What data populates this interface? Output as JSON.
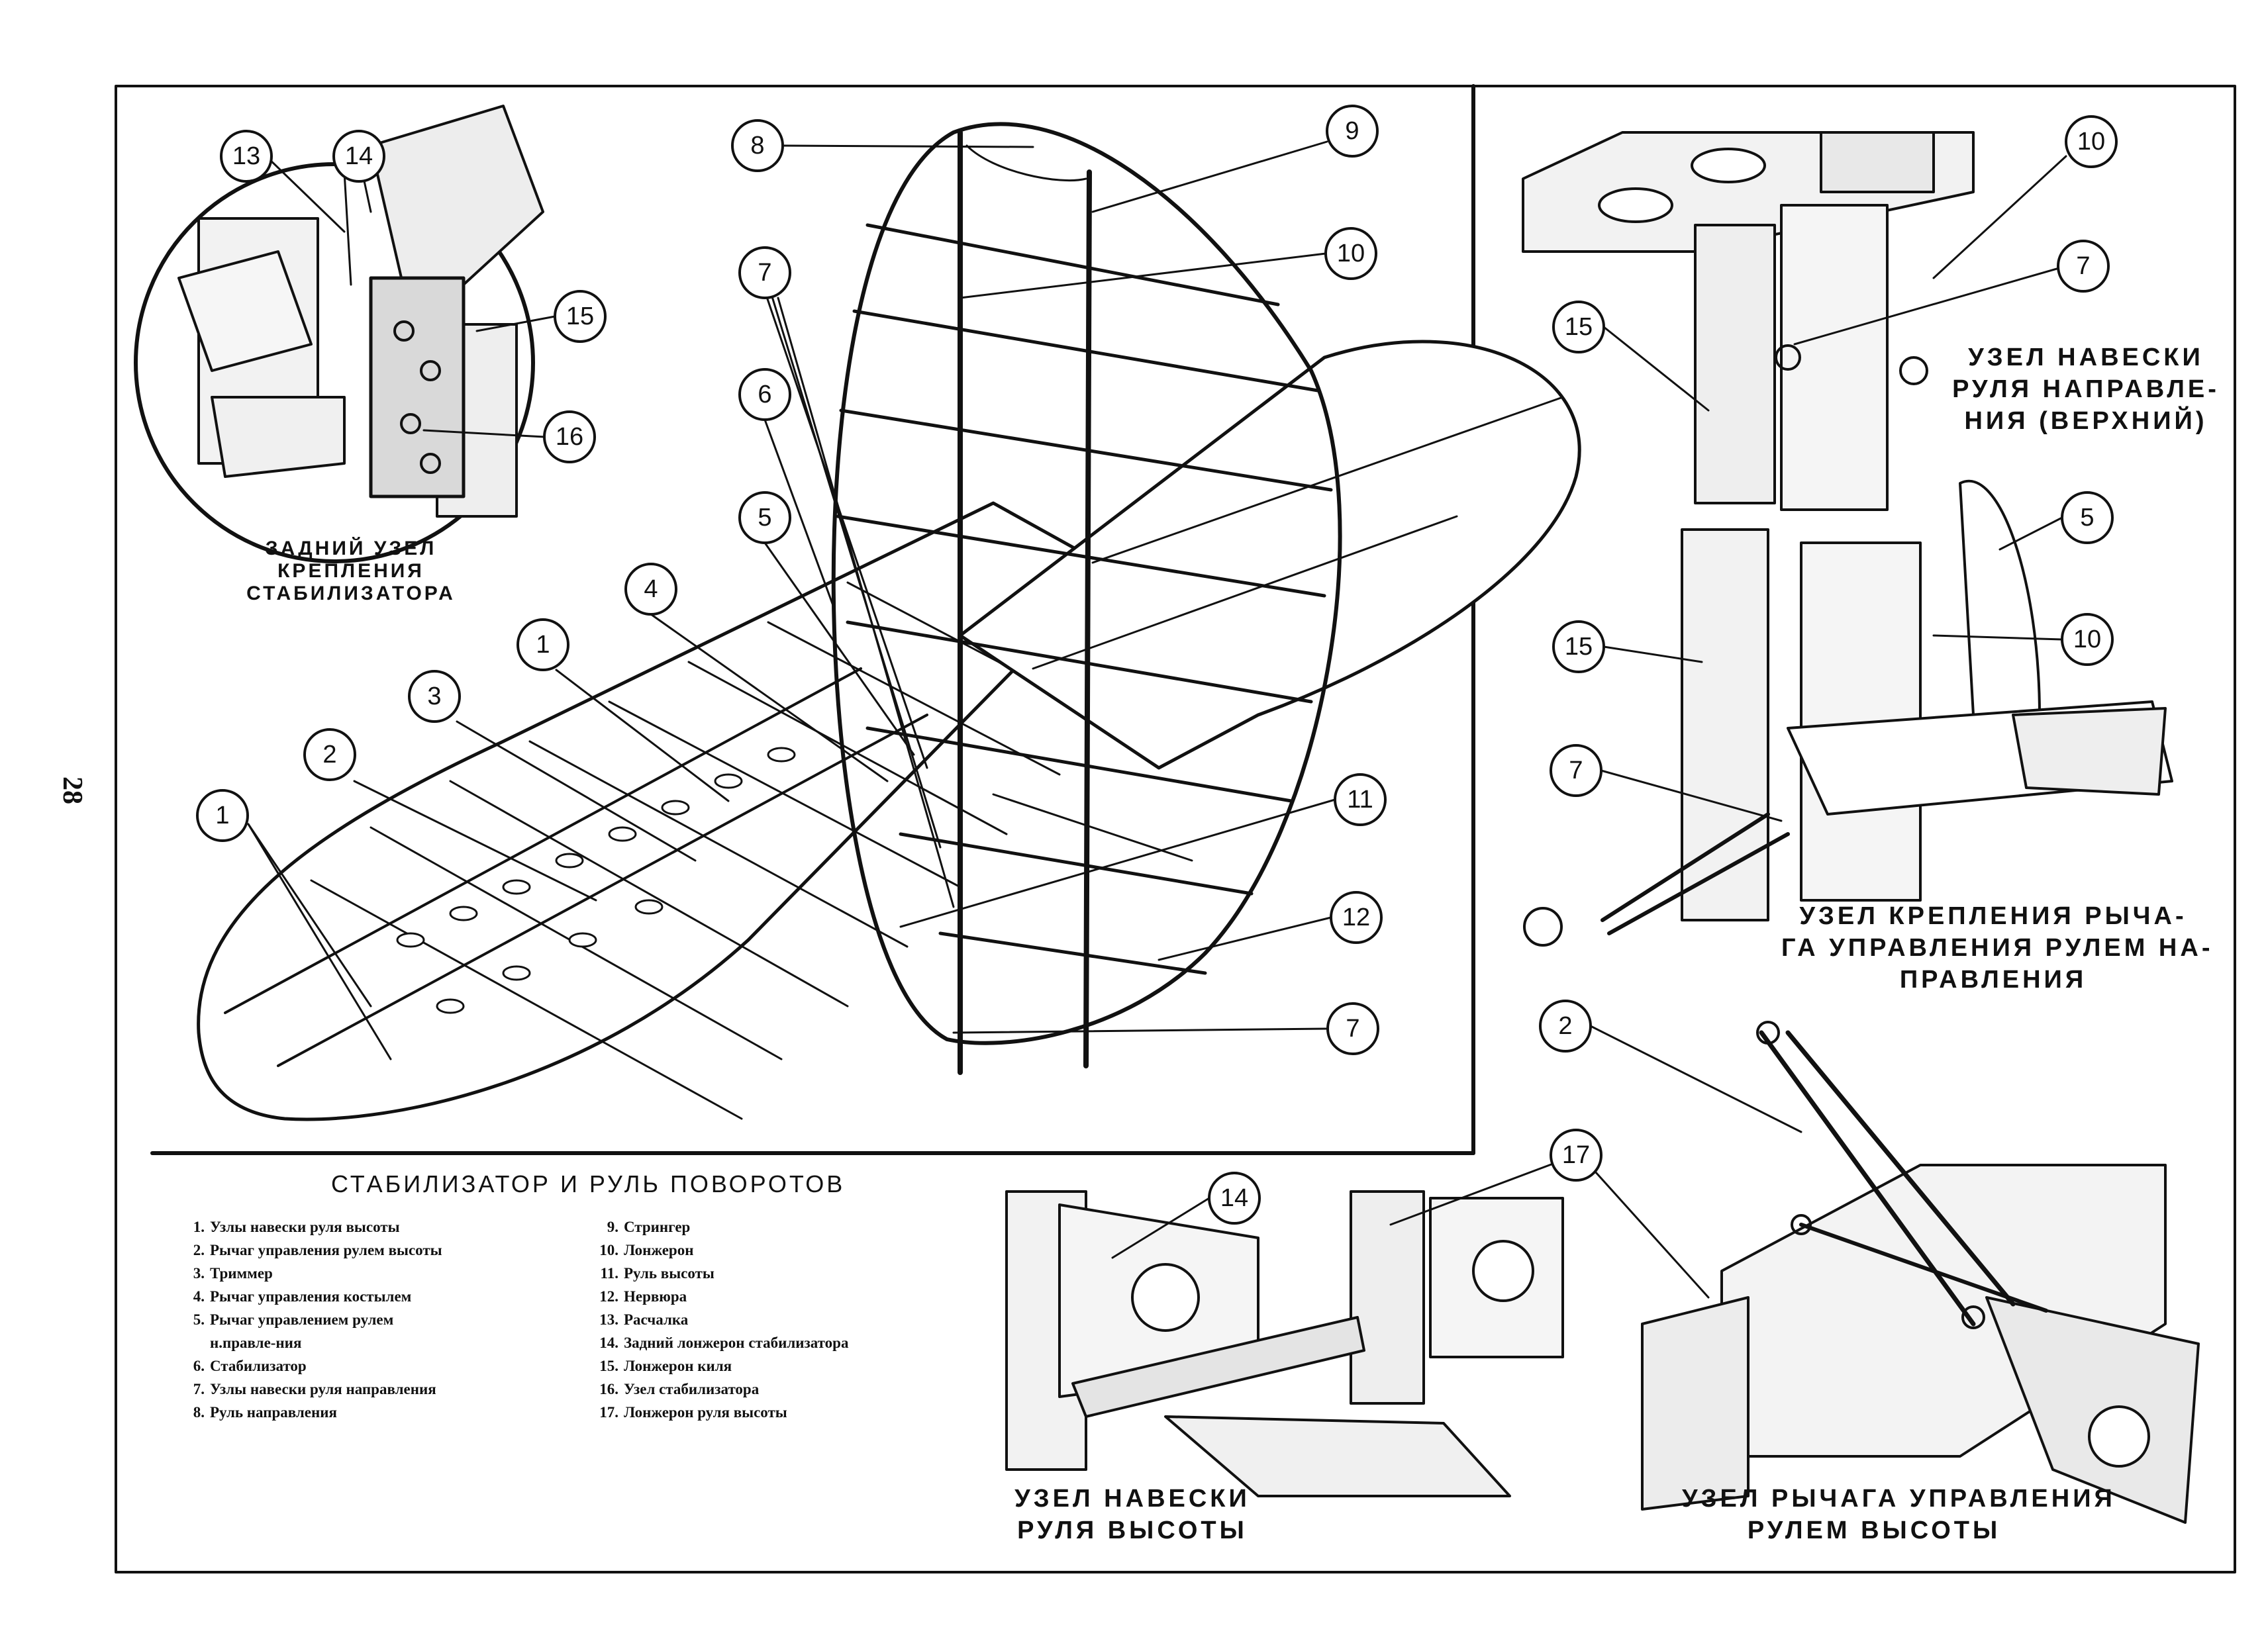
{
  "page_number": "28",
  "title": "СТАБИЛИЗАТОР И РУЛЬ ПОВОРОТОВ",
  "legend_left": [
    {
      "num": "1.",
      "text": "Узлы навески руля высоты"
    },
    {
      "num": "2.",
      "text": "Рычаг управления рулем высоты"
    },
    {
      "num": "3.",
      "text": "Триммер"
    },
    {
      "num": "4.",
      "text": "Рычаг управления костылем"
    },
    {
      "num": "5.",
      "text": "Рычаг управлением рулем н.правле-ния"
    },
    {
      "num": "6.",
      "text": "Стабилизатор"
    },
    {
      "num": "7.",
      "text": "Узлы навески руля направления"
    },
    {
      "num": "8.",
      "text": "Руль направления"
    }
  ],
  "legend_right": [
    {
      "num": "9.",
      "text": "Стрингер"
    },
    {
      "num": "10.",
      "text": "Лонжерон"
    },
    {
      "num": "11.",
      "text": "Руль высоты"
    },
    {
      "num": "12.",
      "text": "Нервюра"
    },
    {
      "num": "13.",
      "text": "Расчалка"
    },
    {
      "num": "14.",
      "text": "Задний лонжерон стабилизатора"
    },
    {
      "num": "15.",
      "text": "Лонжерон киля"
    },
    {
      "num": "16.",
      "text": "Узел стабилизатора"
    },
    {
      "num": "17.",
      "text": "Лонжерон руля высоты"
    }
  ],
  "detail_labels": {
    "rear_stabilizer_node": [
      "ЗАДНИЙ УЗЕЛ",
      "КРЕПЛЕНИЯ",
      "СТАБИЛИЗАТОРА"
    ],
    "rudder_hinge_upper": [
      "УЗЕЛ НАВЕСКИ",
      "РУЛЯ НАПРАВЛЕ-",
      "НИЯ (ВЕРХНИЙ)"
    ],
    "rudder_lever_mount": [
      "УЗЕЛ КРЕПЛЕНИЯ РЫЧА-",
      "ГА УПРАВЛЕНИЯ РУЛЕМ НА-",
      "ПРАВЛЕНИЯ"
    ],
    "elevator_hinge": [
      "УЗЕЛ НАВЕСКИ",
      "РУЛЯ ВЫСОТЫ"
    ],
    "elevator_lever": [
      "УЗЕЛ РЫЧАГА УПРАВЛЕНИЯ",
      "РУЛЕМ ВЫСОТЫ"
    ]
  },
  "callouts": [
    "13",
    "14",
    "15",
    "16",
    "8",
    "9",
    "10",
    "7",
    "6",
    "5",
    "4",
    "1",
    "3",
    "2",
    "1",
    "11",
    "12",
    "7",
    "10",
    "7",
    "15",
    "5",
    "10",
    "15",
    "7",
    "2",
    "17",
    "14"
  ]
}
